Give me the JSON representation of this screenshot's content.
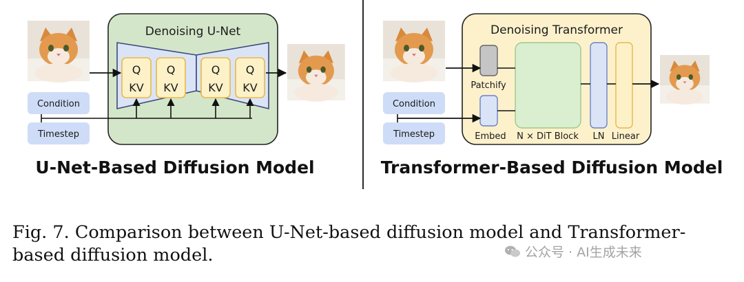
{
  "left": {
    "panel_title": "Denoising U-Net",
    "q_label": "Q",
    "kv_label": "KV",
    "condition": "Condition",
    "timestep": "Timestep",
    "model_title": "U-Net-Based Diffusion Model"
  },
  "right": {
    "panel_title": "Denoising Transformer",
    "patchify": "Patchify",
    "embed": "Embed",
    "dit_block": "N × DiT Block",
    "ln": "LN",
    "linear": "Linear",
    "condition": "Condition",
    "timestep": "Timestep",
    "model_title": "Transformer-Based Diffusion Model"
  },
  "caption": "Fig. 7.  Comparison between U-Net-based diffusion model and Transformer-based diffusion model.",
  "watermark": "公众号 · AI生成未来",
  "colors": {
    "unet_panel": "#d4e6c9",
    "transformer_panel": "#fdf1cc",
    "pill_blue": "#cfdcf7",
    "qkv_fill": "#fdf1c7",
    "qkv_border": "#e6b94a",
    "encoder_fill": "#dbe4f7",
    "dit_fill": "#d9efcf",
    "patchify_fill": "#c5c5c5"
  }
}
